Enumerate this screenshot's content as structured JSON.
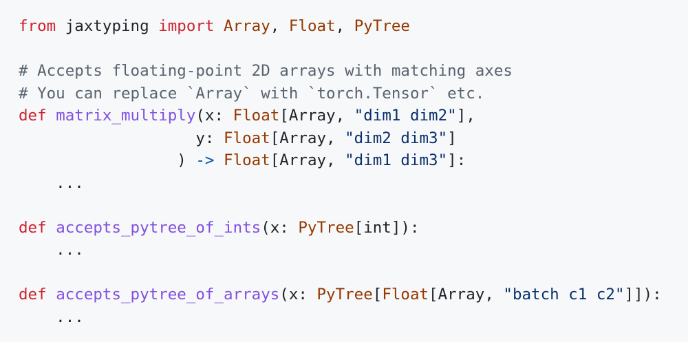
{
  "code": {
    "lines": [
      [
        [
          "kw",
          "from"
        ],
        [
          "pl",
          " jaxtyping "
        ],
        [
          "kw",
          "import"
        ],
        [
          "pl",
          " "
        ],
        [
          "ty",
          "Array"
        ],
        [
          "pl",
          ", "
        ],
        [
          "ty",
          "Float"
        ],
        [
          "pl",
          ", "
        ],
        [
          "ty",
          "PyTree"
        ]
      ],
      [],
      [
        [
          "cm",
          "# Accepts floating-point 2D arrays with matching axes"
        ]
      ],
      [
        [
          "cm",
          "# You can replace `Array` with `torch.Tensor` etc."
        ]
      ],
      [
        [
          "kw",
          "def"
        ],
        [
          "pl",
          " "
        ],
        [
          "fn",
          "matrix_multiply"
        ],
        [
          "pl",
          "(x: "
        ],
        [
          "ty",
          "Float"
        ],
        [
          "pl",
          "[Array, "
        ],
        [
          "str",
          "\"dim1 dim2\""
        ],
        [
          "pl",
          "],"
        ]
      ],
      [
        [
          "pl",
          "                   y: "
        ],
        [
          "ty",
          "Float"
        ],
        [
          "pl",
          "[Array, "
        ],
        [
          "str",
          "\"dim2 dim3\""
        ],
        [
          "pl",
          "]"
        ]
      ],
      [
        [
          "pl",
          "                 ) "
        ],
        [
          "op",
          "->"
        ],
        [
          "pl",
          " "
        ],
        [
          "ty",
          "Float"
        ],
        [
          "pl",
          "[Array, "
        ],
        [
          "str",
          "\"dim1 dim3\""
        ],
        [
          "pl",
          "]:"
        ]
      ],
      [
        [
          "pl",
          "    ..."
        ]
      ],
      [],
      [
        [
          "kw",
          "def"
        ],
        [
          "pl",
          " "
        ],
        [
          "fn",
          "accepts_pytree_of_ints"
        ],
        [
          "pl",
          "(x: "
        ],
        [
          "ty",
          "PyTree"
        ],
        [
          "pl",
          "[int]):"
        ]
      ],
      [
        [
          "pl",
          "    ..."
        ]
      ],
      [],
      [
        [
          "kw",
          "def"
        ],
        [
          "pl",
          " "
        ],
        [
          "fn",
          "accepts_pytree_of_arrays"
        ],
        [
          "pl",
          "(x: "
        ],
        [
          "ty",
          "PyTree"
        ],
        [
          "pl",
          "["
        ],
        [
          "ty",
          "Float"
        ],
        [
          "pl",
          "[Array, "
        ],
        [
          "str",
          "\"batch c1 c2\""
        ],
        [
          "pl",
          "]]):"
        ]
      ],
      [
        [
          "pl",
          "    ..."
        ]
      ]
    ]
  },
  "colors": {
    "background": "#f6f8fa",
    "keyword": "#cf222e",
    "function": "#8250df",
    "type": "#953800",
    "string": "#0a3069",
    "operator": "#0550ae",
    "comment": "#59636e",
    "plain": "#1f2328"
  }
}
